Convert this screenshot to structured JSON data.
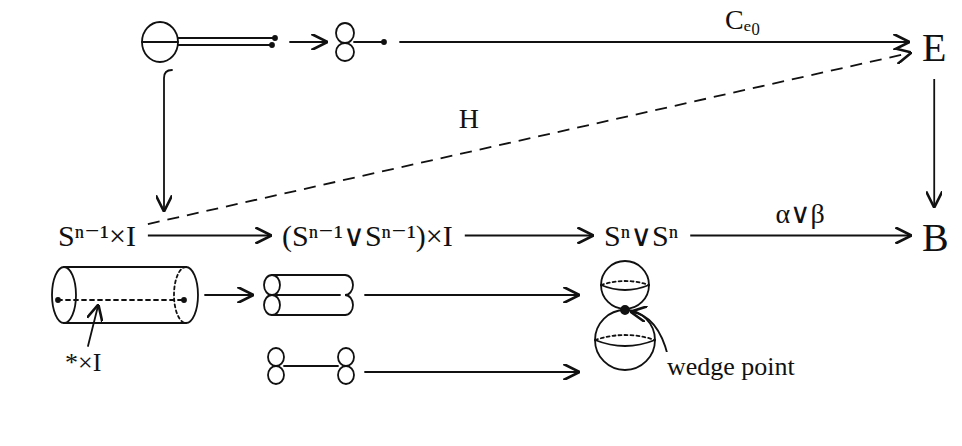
{
  "diagram": {
    "nodes": [
      {
        "text": [
          "E"
        ]
      },
      {
        "text": [
          "Sⁿ⁻¹×I"
        ]
      },
      {
        "text": [
          "(Sⁿ⁻¹∨Sⁿ⁻¹)×I"
        ]
      },
      {
        "text": [
          "Sⁿ∨Sⁿ"
        ]
      },
      {
        "text": [
          "B"
        ]
      }
    ],
    "edges": [
      {
        "from": 1,
        "to": 2,
        "arrow": "to"
      },
      {
        "from": 2,
        "to": 3,
        "arrow": "to"
      },
      {
        "from": 3,
        "to": 4,
        "label": "α∨β",
        "arrow": "to"
      },
      {
        "from": 0,
        "to": 4,
        "arrow": "to"
      },
      {
        "from": 1,
        "to": 0,
        "label": "H",
        "arrow": "to"
      }
    ],
    "labels": [
      "Cₑ₀",
      "*×I",
      "wedge point"
    ]
  }
}
